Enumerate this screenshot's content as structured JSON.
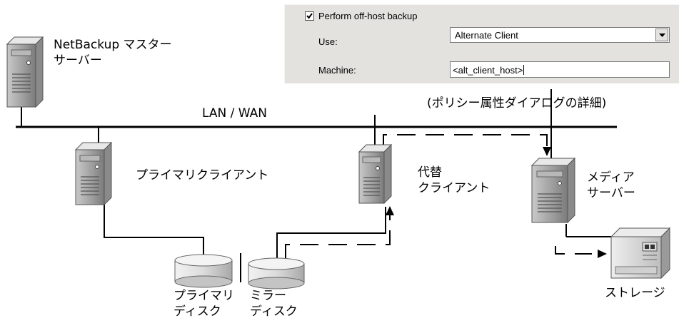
{
  "dialog": {
    "checkbox_label": "Perform off-host backup",
    "checked": true,
    "use_label": "Use:",
    "use_value": "Alternate Client",
    "machine_label": "Machine:",
    "machine_value": "<alt_client_host>"
  },
  "caption": "(ポリシー属性ダイアログの詳細)",
  "network_label": "LAN / WAN",
  "nodes": {
    "master_server": [
      "NetBackup マスター",
      "サーバー"
    ],
    "primary_client": "プライマリクライアント",
    "alternate_client": [
      "代替",
      "クライアント"
    ],
    "media_server": [
      "メディア",
      "サーバー"
    ],
    "primary_disk": [
      "プライマリ",
      "ディスク"
    ],
    "mirror_disk": [
      "ミラー",
      "ディスク"
    ],
    "storage": "ストレージ"
  }
}
